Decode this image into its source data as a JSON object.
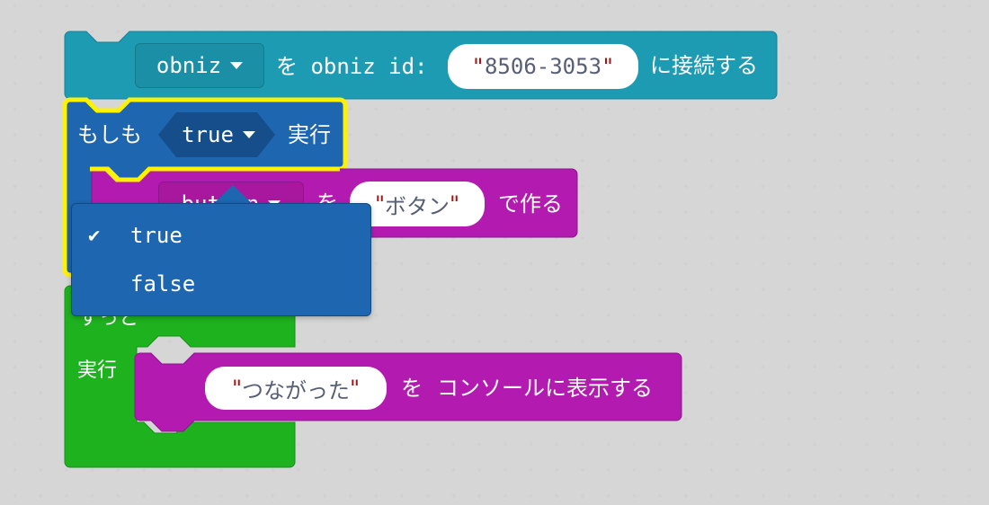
{
  "workspace": {
    "background": "#f8f8f8",
    "grid_dot_color": "#cccccc"
  },
  "colors": {
    "obniz_block": "#1d9bb3",
    "if_block": "#1e66b0",
    "if_block_selected_outline": "#fff200",
    "make_button_block": "#b31bb0",
    "forever_block": "#1fb21f",
    "dropdown_menu": "#1e66b0",
    "string_quote": "#a31515",
    "string_text": "#575e75"
  },
  "blocks": {
    "connect": {
      "variable_dropdown": "obniz",
      "text_wo": "を obniz id:",
      "id_value": "8506-3053",
      "suffix": "に接続する"
    },
    "if": {
      "prefix": "もしも",
      "condition_dropdown": "true",
      "suffix": "実行"
    },
    "make_button": {
      "variable_dropdown": "button",
      "text_wo": "を",
      "name_value": "ボタン",
      "suffix": "で作る"
    },
    "forever": {
      "label": "ずっと",
      "do_label": "実行"
    },
    "console_log": {
      "message_value": "つながった",
      "text_wo": "を",
      "suffix": "コンソールに表示する"
    }
  },
  "dropdown_menu": {
    "items": [
      {
        "label": "true",
        "checked": true
      },
      {
        "label": "false",
        "checked": false
      }
    ],
    "check_icon": "✔"
  }
}
